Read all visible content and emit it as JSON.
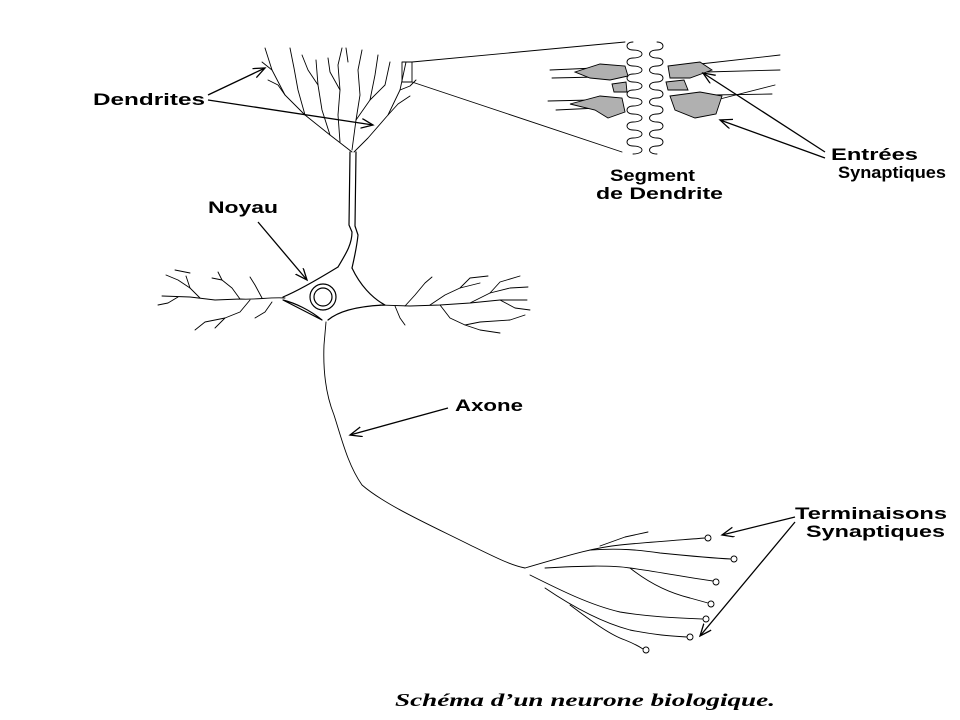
{
  "labels": {
    "dendrites": "Dendrites",
    "noyau": "Noyau",
    "axone": "Axone",
    "segment_de_dendrite": [
      "Segment",
      "de Dendrite"
    ],
    "entrees_synaptiques": [
      "Entrées",
      "Synaptiques"
    ],
    "terminaisons_synaptiques": [
      "Terminaisons",
      "Synaptiques"
    ]
  },
  "caption": "Schéma d’un neurone biologique.",
  "colors": {
    "background": "#ffffff",
    "ink": "#000000",
    "synapse_fill": "#b0b0b0"
  }
}
